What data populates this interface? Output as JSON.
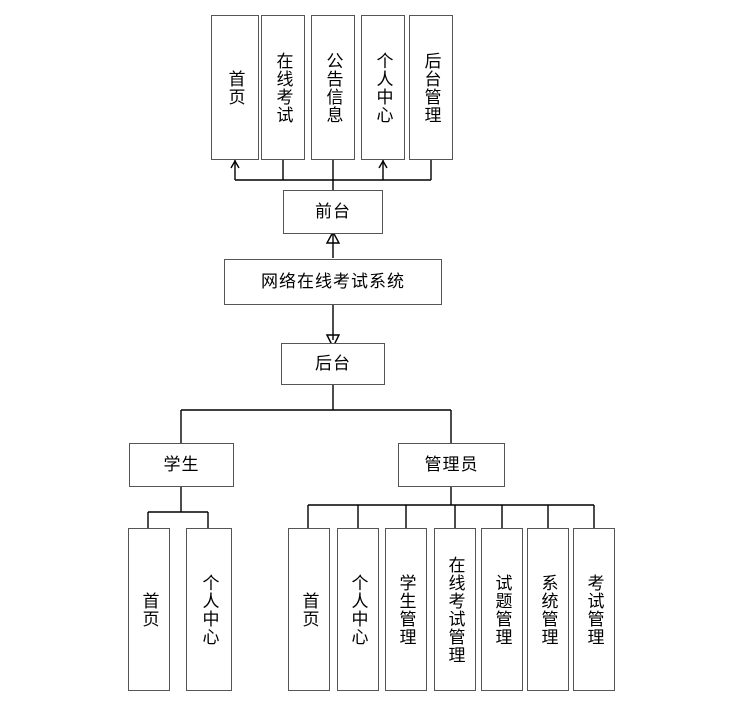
{
  "diagram": {
    "type": "hierarchy-tree",
    "title_node": "网络在线考试系统",
    "frontend_label": "前台",
    "backend_label": "后台",
    "student_label": "学生",
    "admin_label": "管理员",
    "frontend_items": [
      "首页",
      "在线考试",
      "公告信息",
      "个人中心",
      "后台管理"
    ],
    "student_items": [
      "首页",
      "个人中心"
    ],
    "admin_items": [
      "首页",
      "个人中心",
      "学生管理",
      "在线考试管理",
      "试题管理",
      "系统管理",
      "考试管理"
    ],
    "colors": {
      "box_border": "#555555",
      "line": "#000000",
      "background": "#ffffff",
      "text": "#000000"
    }
  }
}
